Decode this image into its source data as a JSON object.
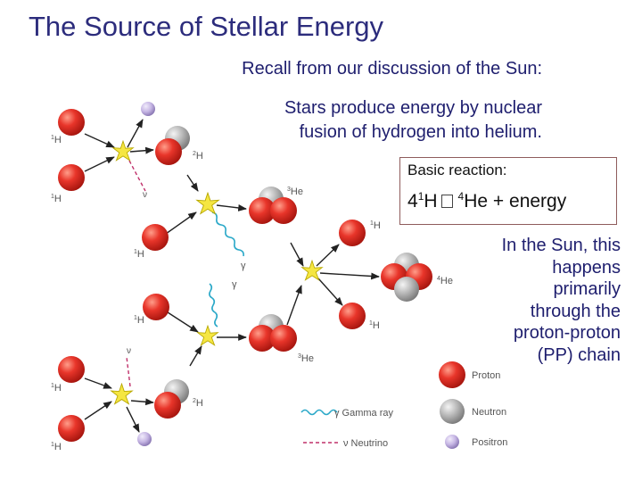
{
  "title": "The Source of Stellar Energy",
  "recall": "Recall from our discussion of the Sun:",
  "stars_text": [
    "Stars produce energy by nuclear",
    "fusion of hydrogen into helium."
  ],
  "basic_reaction": {
    "label": "Basic reaction:",
    "lhs_coef": "4",
    "lhs_mass": "1",
    "lhs_el": "H",
    "rhs_mass": "4",
    "rhs_rest": "He + energy"
  },
  "in_sun_text": [
    "In the Sun, this",
    "happens",
    "primarily",
    "through the",
    "proton-proton",
    "(PP) chain"
  ],
  "particle_labels": {
    "h1": "1H",
    "h2": "2H",
    "he3": "3He",
    "he4": "4He",
    "gamma": "γ",
    "nu": "ν"
  },
  "legend": {
    "gamma_label": "γ  Gamma ray",
    "neutrino_label": "ν  Neutrino",
    "proton_label": "Proton",
    "neutron_label": "Neutron",
    "positron_label": "Positron"
  },
  "colors": {
    "title": "#2c2c7c",
    "text": "#1e1e6e",
    "proton": "#e8352a",
    "neutron": "#b9b9b9",
    "positron": "#c6b6e4",
    "gamma": "#2aa8c8",
    "neutrino": "#c0306a",
    "star": "#f5e642"
  }
}
